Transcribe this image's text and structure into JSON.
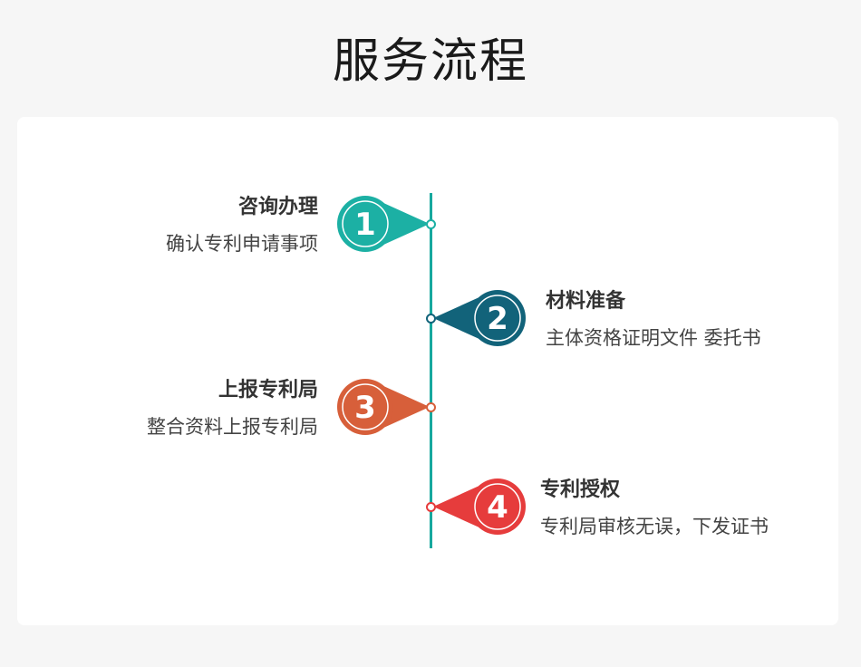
{
  "header": {
    "title": "服务流程"
  },
  "steps": [
    {
      "number": "1",
      "title": "咨询办理",
      "desc": "确认专利申请事项",
      "color": "#1cb0a4",
      "side": "left"
    },
    {
      "number": "2",
      "title": "材料准备",
      "desc": "主体资格证明文件 委托书",
      "color": "#12637a",
      "side": "right"
    },
    {
      "number": "3",
      "title": "上报专利局",
      "desc": "整合资料上报专利局",
      "color": "#d75f3a",
      "side": "left"
    },
    {
      "number": "4",
      "title": "专利授权",
      "desc": "专利局审核无误，下发证书",
      "color": "#e63c3c",
      "side": "right"
    }
  ],
  "colors": {
    "timeline": "#17a89e",
    "background": "#f6f6f6",
    "card": "#ffffff"
  }
}
